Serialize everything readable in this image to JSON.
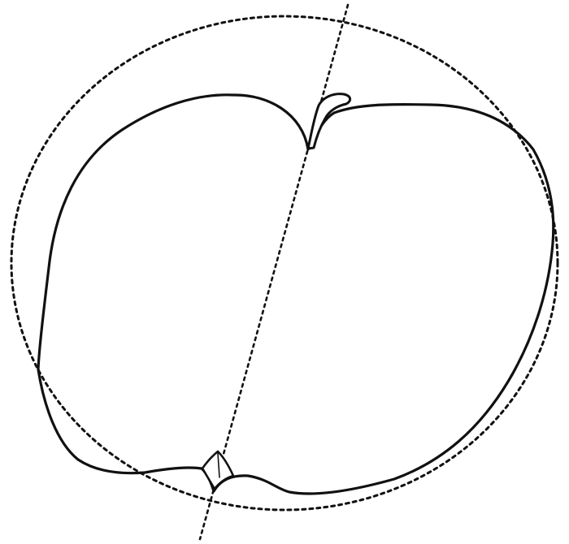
{
  "drawing": {
    "subject": "apple-outline-with-circle-and-axis",
    "colors": {
      "background": "#ffffff",
      "stroke": "#111111"
    },
    "elements": [
      "guide-circle",
      "tilted-axis-line",
      "apple-outline",
      "apple-stem",
      "apple-calyx"
    ]
  }
}
